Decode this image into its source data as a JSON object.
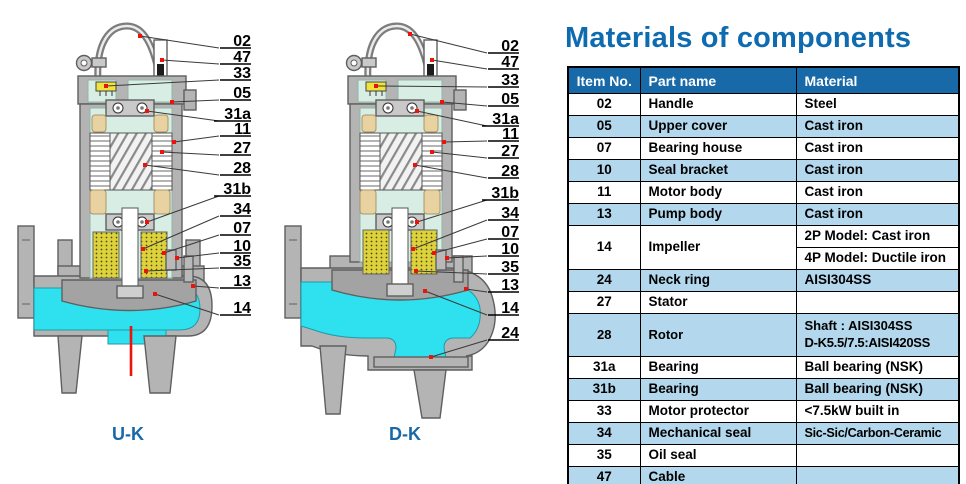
{
  "title": "Materials of components",
  "diagram": {
    "uk_label": "U-K",
    "dk_label": "D-K",
    "uk_callouts": [
      "02",
      "47",
      "33",
      "05",
      "31a",
      "11",
      "27",
      "28",
      "31b",
      "34",
      "07",
      "10",
      "35",
      "13",
      "14"
    ],
    "dk_callouts": [
      "02",
      "47",
      "33",
      "05",
      "31a",
      "11",
      "27",
      "28",
      "31b",
      "34",
      "07",
      "10",
      "35",
      "13",
      "14",
      "24"
    ]
  },
  "table": {
    "headers": [
      "Item No.",
      "Part name",
      "Material"
    ],
    "rows": [
      {
        "item": "02",
        "part": "Handle",
        "material": "Steel"
      },
      {
        "item": "05",
        "part": "Upper cover",
        "material": "Cast iron"
      },
      {
        "item": "07",
        "part": "Bearing house",
        "material": "Cast iron"
      },
      {
        "item": "10",
        "part": "Seal bracket",
        "material": "Cast iron"
      },
      {
        "item": "11",
        "part": "Motor body",
        "material": "Cast iron"
      },
      {
        "item": "13",
        "part": "Pump body",
        "material": "Cast iron"
      },
      {
        "item": "14",
        "part": "Impeller",
        "material_2p": "2P Model: Cast iron",
        "material_4p": "4P Model: Ductile iron"
      },
      {
        "item": "24",
        "part": "Neck ring",
        "material": "AISI304SS"
      },
      {
        "item": "27",
        "part": "Stator",
        "material": ""
      },
      {
        "item": "28",
        "part": "Rotor",
        "material_line1": "Shaft : AISI304SS",
        "material_line2": "D-K5.5/7.5:AISI420SS"
      },
      {
        "item": "31a",
        "part": "Bearing",
        "material": "Ball bearing (NSK)"
      },
      {
        "item": "31b",
        "part": "Bearing",
        "material": "Ball bearing (NSK)"
      },
      {
        "item": "33",
        "part": "Motor protector",
        "material": "<7.5kW built in"
      },
      {
        "item": "34",
        "part": "Mechanical seal",
        "material": "Sic-Sic/Carbon-Ceramic"
      },
      {
        "item": "35",
        "part": "Oil seal",
        "material": ""
      },
      {
        "item": "47",
        "part": "Cable",
        "material": ""
      }
    ]
  },
  "colors": {
    "header_blue": "#1769a8",
    "row_blue": "#b3d7ec",
    "title_blue": "#0e6bb0",
    "pump_cyan": "#2fe0ee",
    "marker_red": "#e8150d"
  }
}
